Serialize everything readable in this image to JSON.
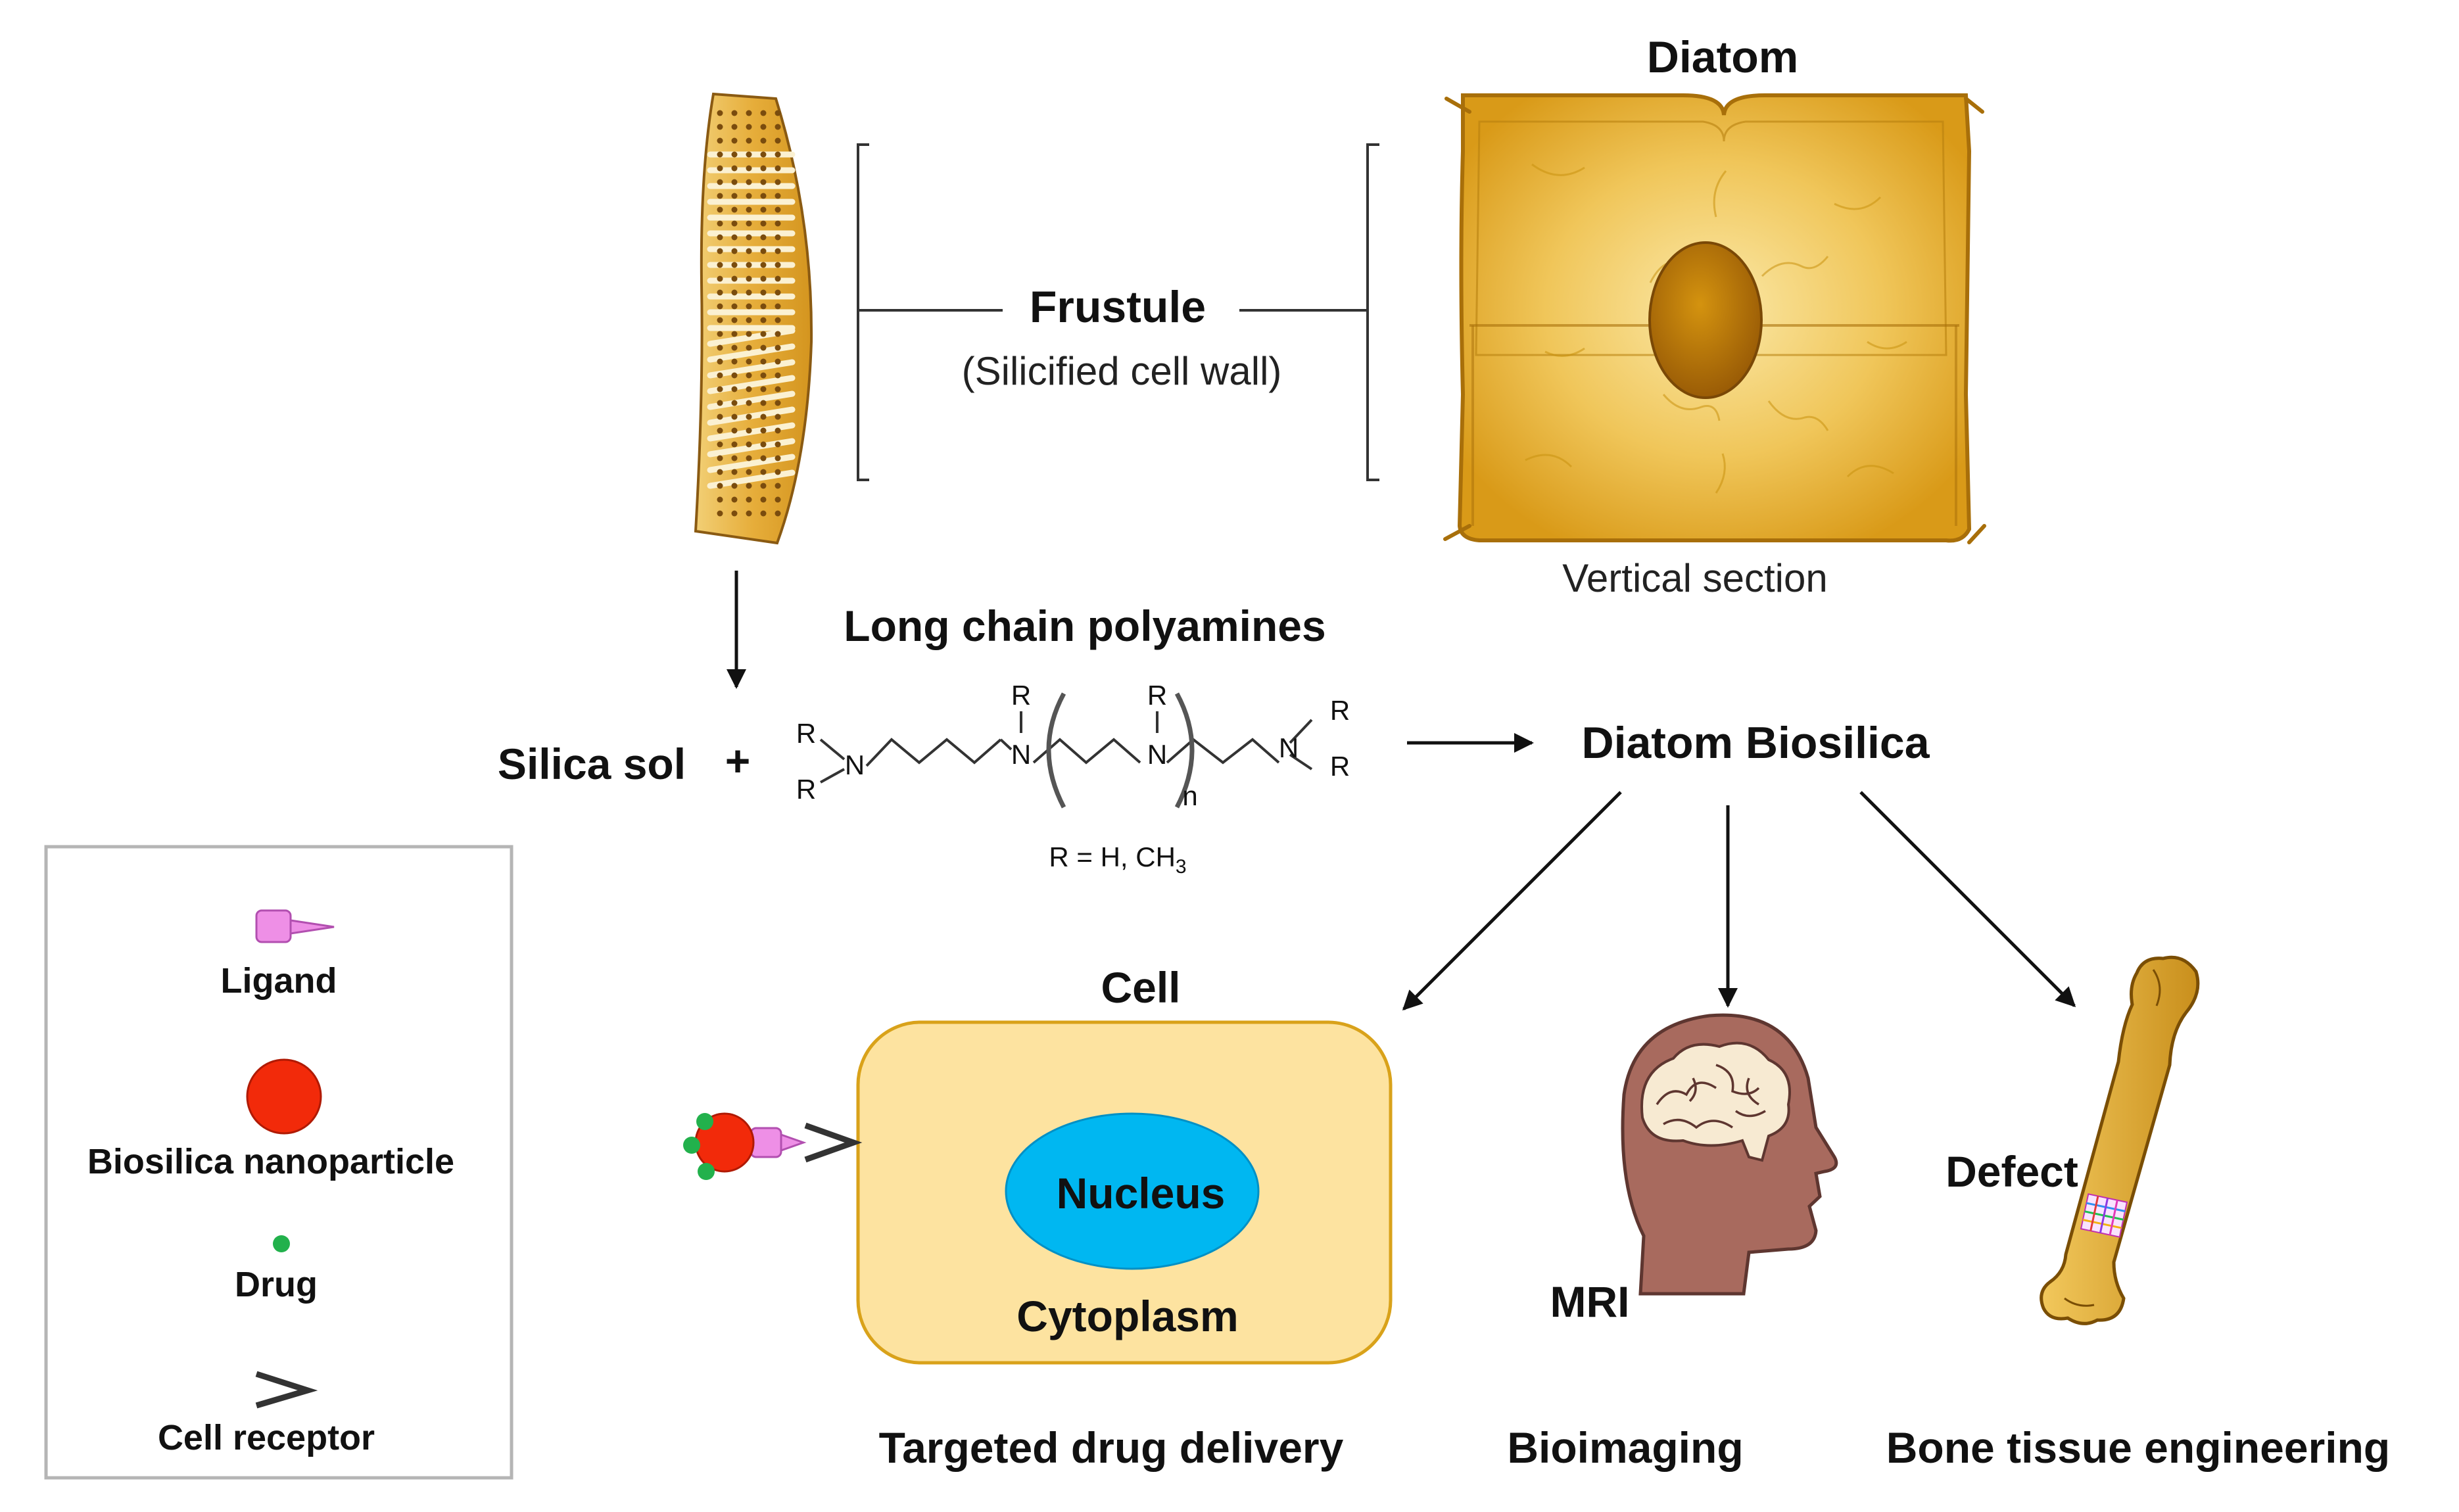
{
  "diagram": {
    "diatom_title": "Diatom",
    "frustule_label": "Frustule",
    "frustule_sub": "(Silicified cell wall)",
    "vertical_section": "Vertical section",
    "polyamine_title": "Long chain polyamines",
    "silica_sol": "Silica sol",
    "plus": "+",
    "r_def": "R = H, CH",
    "r_def_sub": "3",
    "atom_r": "R",
    "atom_n": "N",
    "subscript_n": "n",
    "diatom_biosilica": "Diatom Biosilica",
    "cell_title": "Cell",
    "nucleus": "Nucleus",
    "cytoplasm": "Cytoplasm",
    "mri": "MRI",
    "defect": "Defect",
    "app_drug": "Targeted drug delivery",
    "app_imaging": "Bioimaging",
    "app_bone": "Bone tissue engineering"
  },
  "legend": {
    "ligand": "Ligand",
    "nanoparticle": "Biosilica nanoparticle",
    "drug": "Drug",
    "receptor": "Cell receptor"
  },
  "colors": {
    "frustule_gold": "#e8b547",
    "diatom_gold": "#e5b02d",
    "nucleus_blue": "#00b7f1",
    "cell_fill": "#fde3a0",
    "nanoparticle_red": "#f22a0a",
    "drug_green": "#22b14c",
    "ligand_pink": "#ee8fe6",
    "head_brown": "#a86a5e",
    "bone_gold": "#e0ad35"
  }
}
